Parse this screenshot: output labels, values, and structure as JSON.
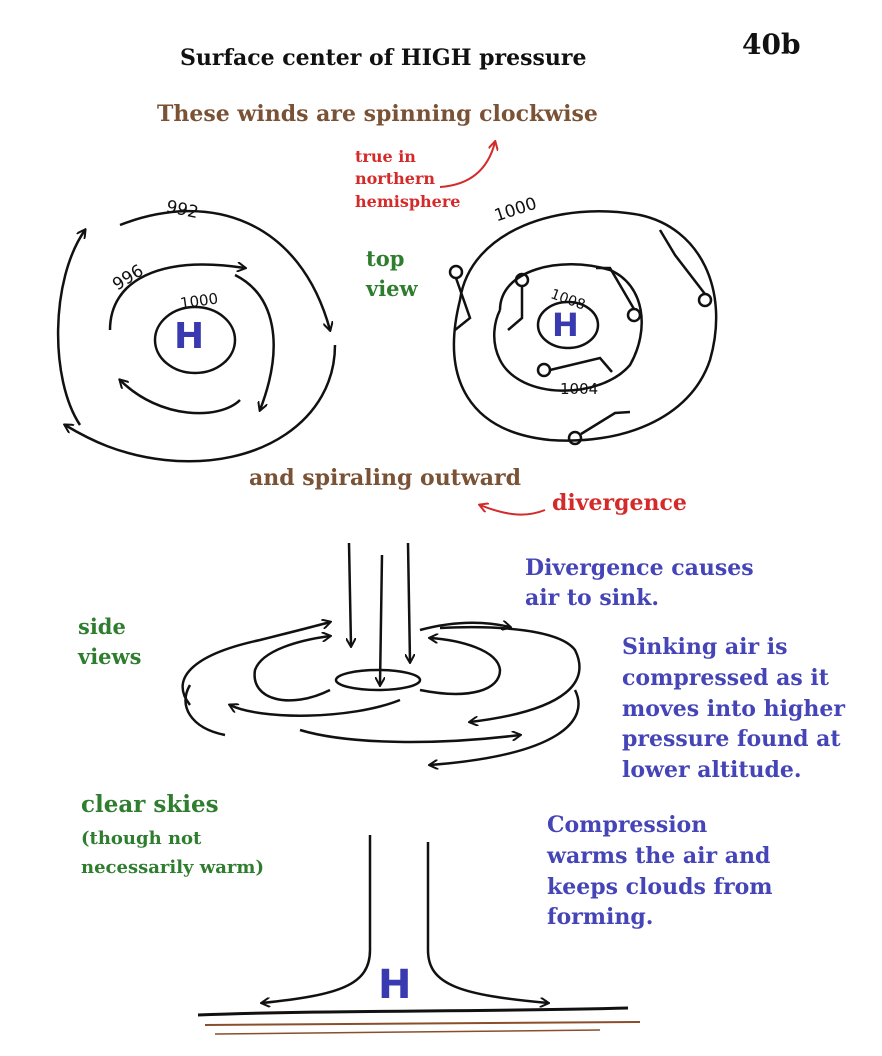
{
  "page_id": "40b",
  "title": "Surface center of HIGH pressure",
  "clockwise_note": "These winds are spinning clockwise",
  "hemisphere_note": "true in\nnorthern\nhemisphere",
  "top_view_label": "top\nview",
  "outward_note": "and spiraling outward",
  "divergence_label": "divergence",
  "left_map": {
    "isobars": [
      "992",
      "996",
      "1000"
    ],
    "center_symbol": "H"
  },
  "right_map": {
    "isobars": [
      "1000",
      "1008",
      "1004"
    ],
    "center_symbol": "H"
  },
  "side_views_label": "side\nviews",
  "sink_note": "Divergence causes\nair to sink.",
  "compress_note": "Sinking air is\ncompressed as it\nmoves into higher\npressure found at\nlower altitude.",
  "clear_skies_label": "clear skies",
  "clear_skies_sub": "(though not\nnecessarily warm)",
  "warm_note": "Compression\nwarms the air and\nkeeps clouds from\nforming.",
  "bottom_symbol": "H",
  "colors": {
    "brown": "#7a5236",
    "red": "#d42a2a",
    "green": "#2f7d2f",
    "blue": "#4545b8",
    "ink": "#111111"
  }
}
